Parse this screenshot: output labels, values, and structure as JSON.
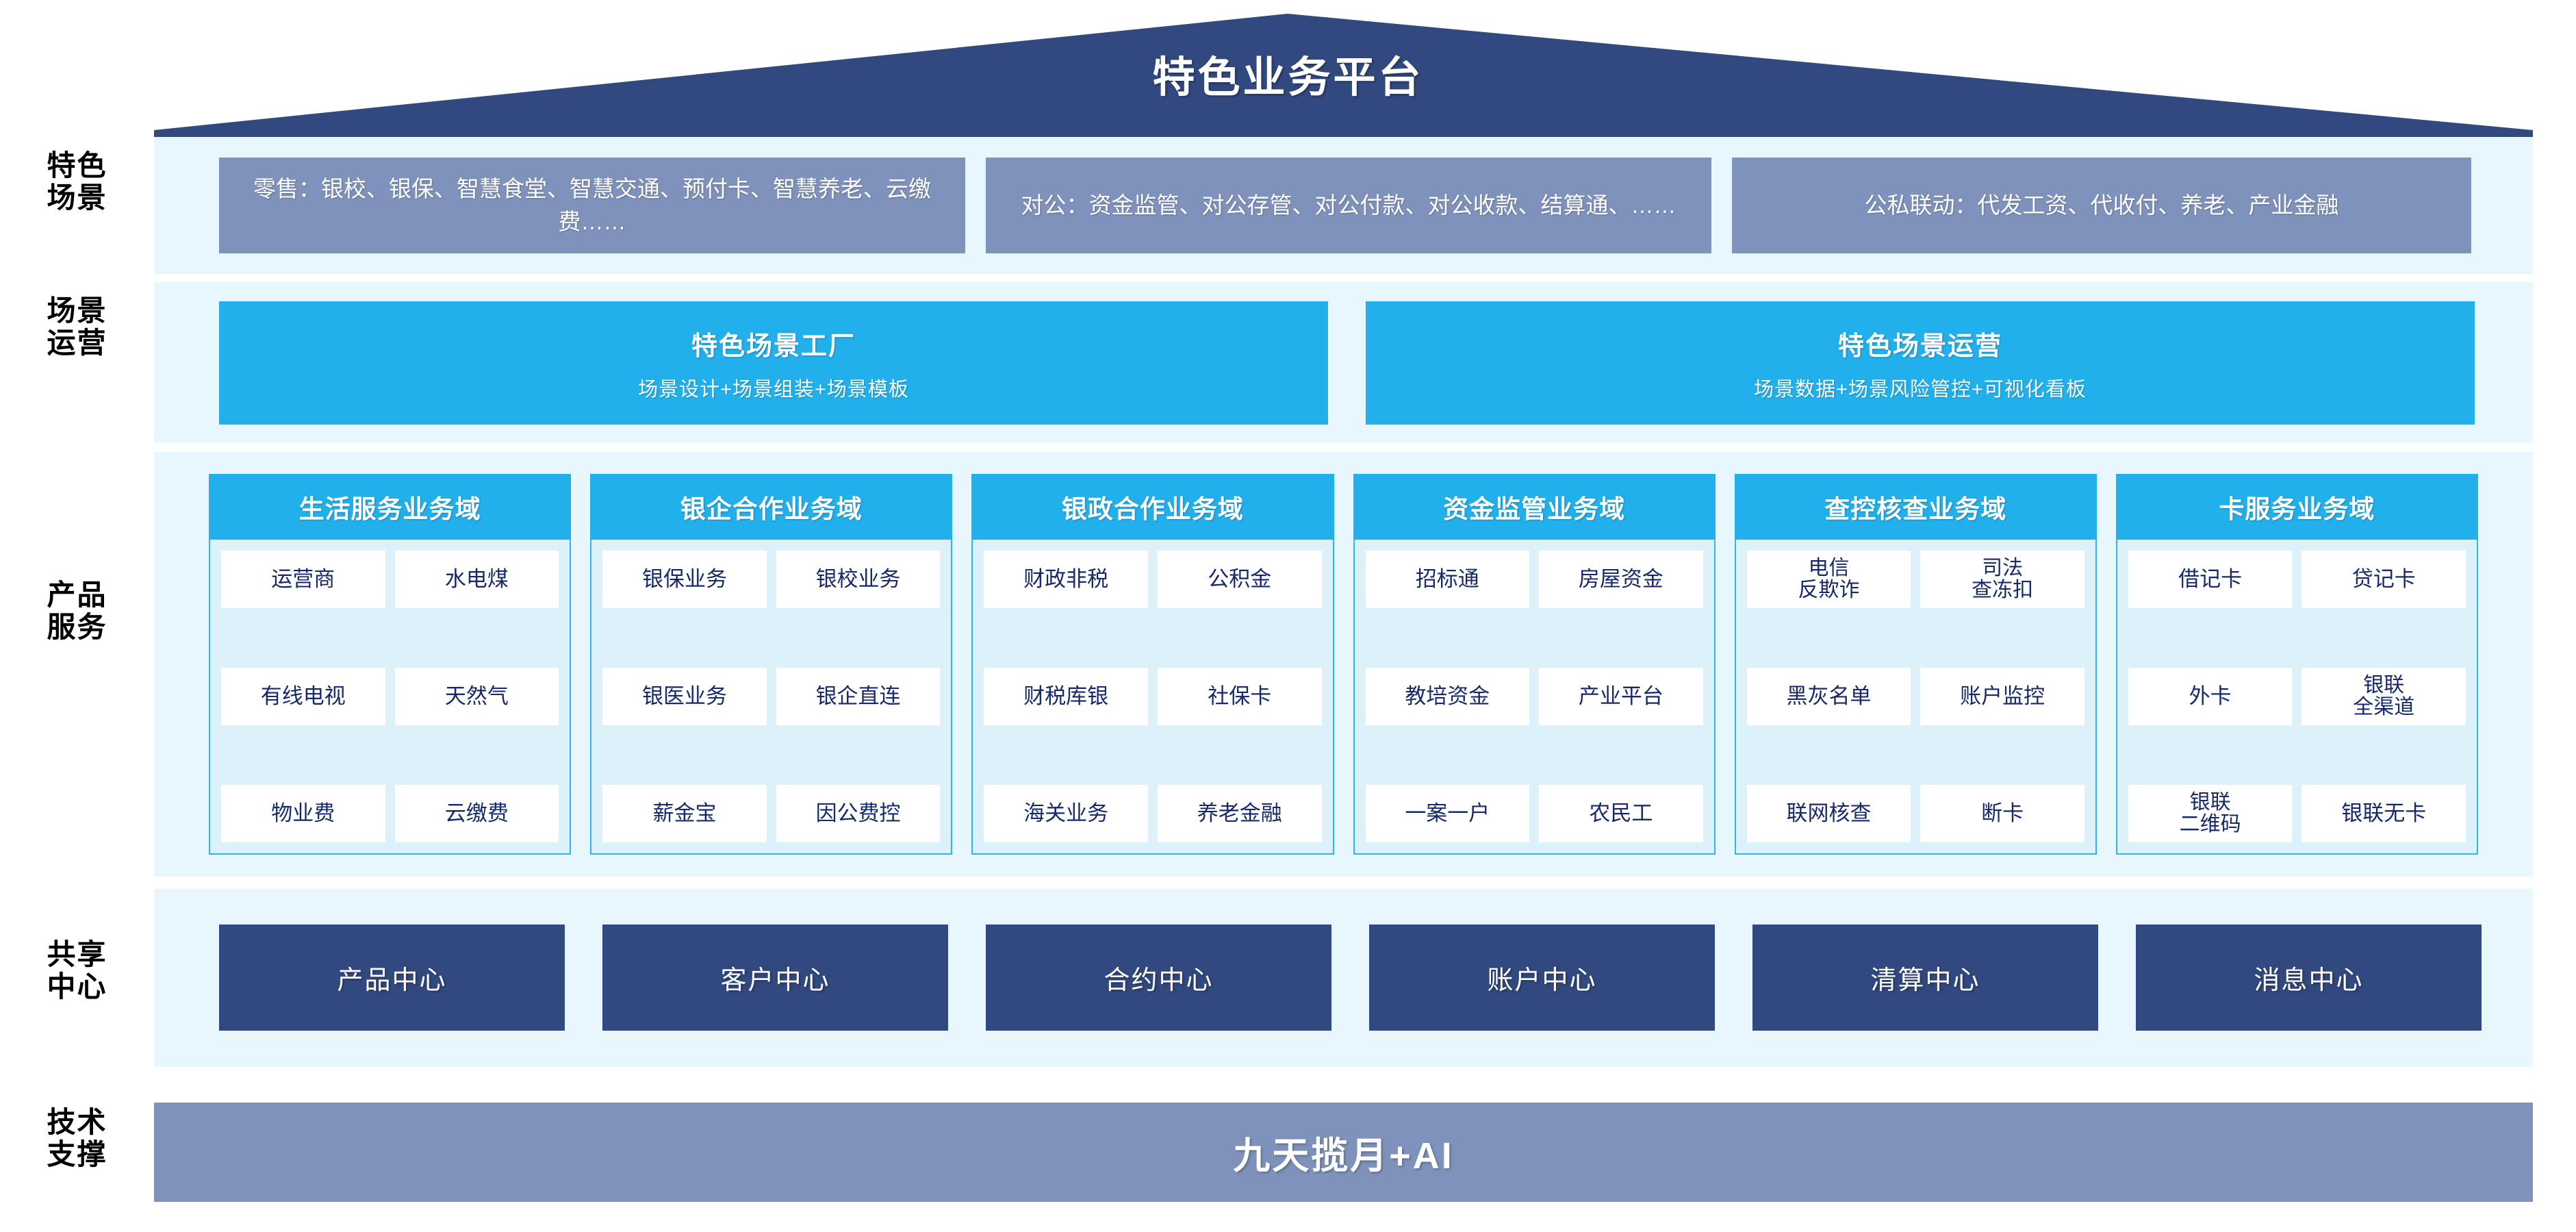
{
  "header": {
    "title": "特色业务平台"
  },
  "rail": {
    "labels": [
      {
        "text": "特色\n场景"
      },
      {
        "text": "场景\n运营"
      },
      {
        "text": "产品\n服务"
      },
      {
        "text": "共享\n中心"
      },
      {
        "text": "技术\n支撑"
      }
    ]
  },
  "scenarios": {
    "items": [
      {
        "text": "零售：银校、银保、智慧食堂、智慧交通、预付卡、智慧养老、云缴费……"
      },
      {
        "text": "对公：资金监管、对公存管、对公付款、对公收款、结算通、……"
      },
      {
        "text": "公私联动：代发工资、代收付、养老、产业金融"
      }
    ]
  },
  "operations": {
    "items": [
      {
        "title": "特色场景工厂",
        "sub": "场景设计+场景组装+场景模板"
      },
      {
        "title": "特色场景运营",
        "sub": "场景数据+场景风险管控+可视化看板"
      }
    ]
  },
  "domains": [
    {
      "title": "生活服务业务域",
      "rows": [
        [
          "运营商",
          "水电煤"
        ],
        [
          "有线电视",
          "天然气"
        ],
        [
          "物业费",
          "云缴费"
        ]
      ]
    },
    {
      "title": "银企合作业务域",
      "rows": [
        [
          "银保业务",
          "银校业务"
        ],
        [
          "银医业务",
          "银企直连"
        ],
        [
          "薪金宝",
          "因公费控"
        ]
      ]
    },
    {
      "title": "银政合作业务域",
      "rows": [
        [
          "财政非税",
          "公积金"
        ],
        [
          "财税库银",
          "社保卡"
        ],
        [
          "海关业务",
          "养老金融"
        ]
      ]
    },
    {
      "title": "资金监管业务域",
      "rows": [
        [
          "招标通",
          "房屋资金"
        ],
        [
          "教培资金",
          "产业平台"
        ],
        [
          "一案一户",
          "农民工"
        ]
      ]
    },
    {
      "title": "查控核查业务域",
      "rows": [
        [
          "电信\n反欺诈",
          "司法\n查冻扣"
        ],
        [
          "黑灰名单",
          "账户监控"
        ],
        [
          "联网核查",
          "断卡"
        ]
      ]
    },
    {
      "title": "卡服务业务域",
      "rows": [
        [
          "借记卡",
          "贷记卡"
        ],
        [
          "外卡",
          "银联\n全渠道"
        ],
        [
          "银联\n二维码",
          "银联无卡"
        ]
      ]
    }
  ],
  "centers": {
    "items": [
      {
        "label": "产品中心"
      },
      {
        "label": "客户中心"
      },
      {
        "label": "合约中心"
      },
      {
        "label": "账户中心"
      },
      {
        "label": "清算中心"
      },
      {
        "label": "消息中心"
      }
    ]
  },
  "tech": {
    "label": "九天揽月+AI"
  },
  "colors": {
    "roof": "#32497f",
    "scenario": "#7f92bb",
    "operation": "#21b0ec",
    "domain_head": "#21b0ec",
    "domain_body": "#ddf1fb",
    "domain_border": "#2eb6ee",
    "cell": "#ffffff",
    "cell_text": "#15296b",
    "center": "#32497f",
    "tech": "#7f92bb",
    "band": "#e8f6fd"
  }
}
